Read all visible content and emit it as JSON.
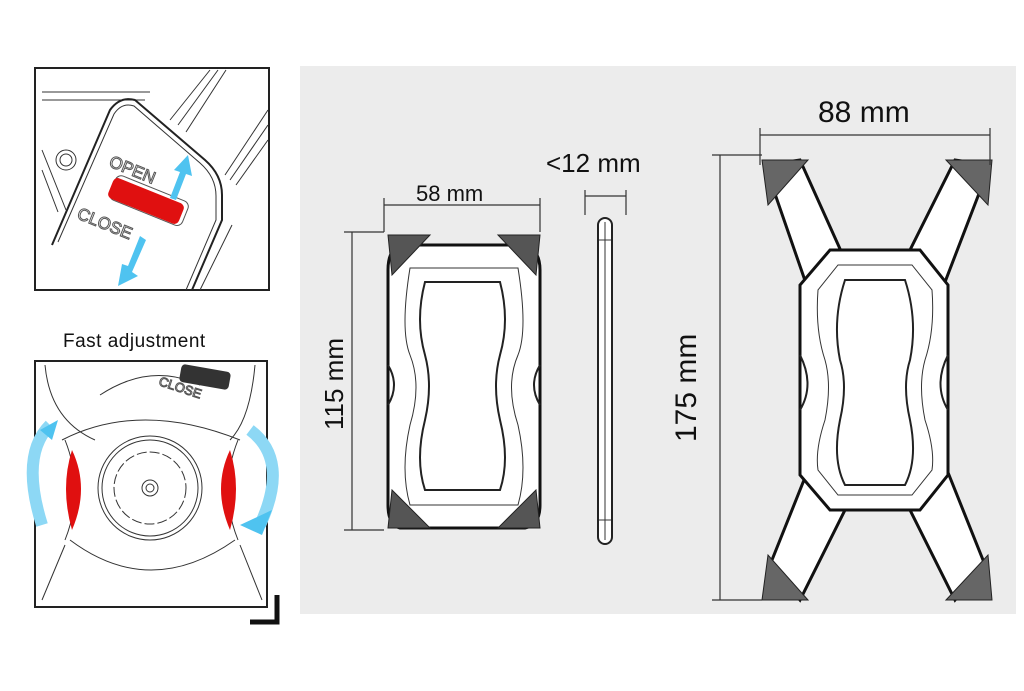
{
  "panel_open_close": {
    "open_label": "OPEN",
    "close_label": "CLOSE"
  },
  "panel_fast_adjust": {
    "title": "Fast adjustment",
    "close_label": "CLOSE"
  },
  "dimensions": {
    "small_width": "58 mm",
    "thickness": "<12 mm",
    "large_width": "88 mm",
    "small_height": "115 mm",
    "large_height": "175 mm"
  },
  "colors": {
    "arrow": "#4fc3f0",
    "slider": "#e01010",
    "panel_bg": "#ececec"
  }
}
